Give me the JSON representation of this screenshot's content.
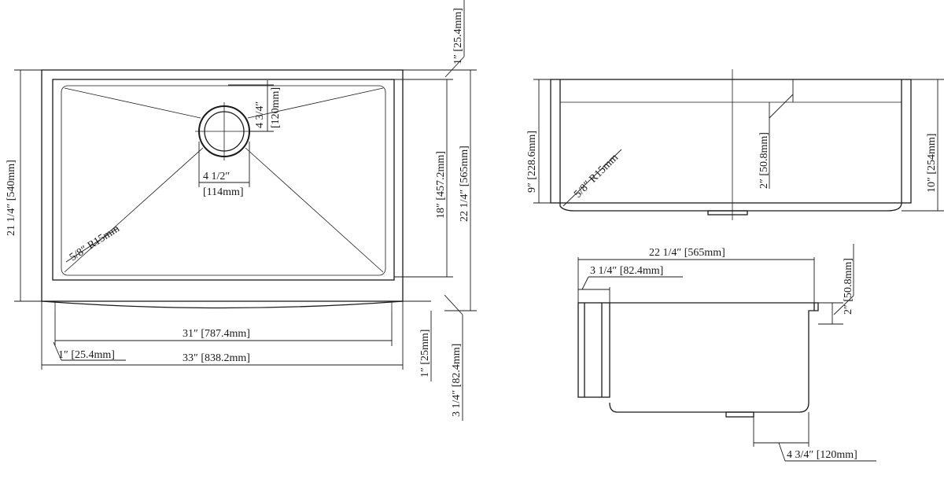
{
  "labels": {
    "front_width_inner": "31″ [787.4mm]",
    "front_width_total": "33″ [838.2mm]",
    "front_offset_left": "1″ [25.4mm]",
    "front_offset_bottom": "1″ [25mm]",
    "apron_depth": "3 1/4″ [82.4mm]",
    "top_offset": "1″ [25.4mm]",
    "drain_offset": "4 3/4″",
    "drain_offset_mm": "[120mm]",
    "drain_diameter": "4 1/2″",
    "drain_diameter_mm": "[114mm]",
    "corner_radius": "5/8″ R15mm",
    "inner_depth": "18″ [457.2mm]",
    "outer_depth": "22 1/4″ [565mm]",
    "overall_height": "21 1/4″ [540mm]",
    "side_depth_left": "9″ [228.6mm]",
    "side_corner_radius": "5/8″ R15mm",
    "side_ledge": "2″ [50.8mm]",
    "side_depth_right": "10″ [254mm]",
    "bottom_width": "22 1/4″ [565mm]",
    "bottom_apron": "3 1/4″ [82.4mm]",
    "bottom_ledge": "2″ [50.8mm]",
    "bottom_drain": "4 3/4″ [120mm]"
  }
}
